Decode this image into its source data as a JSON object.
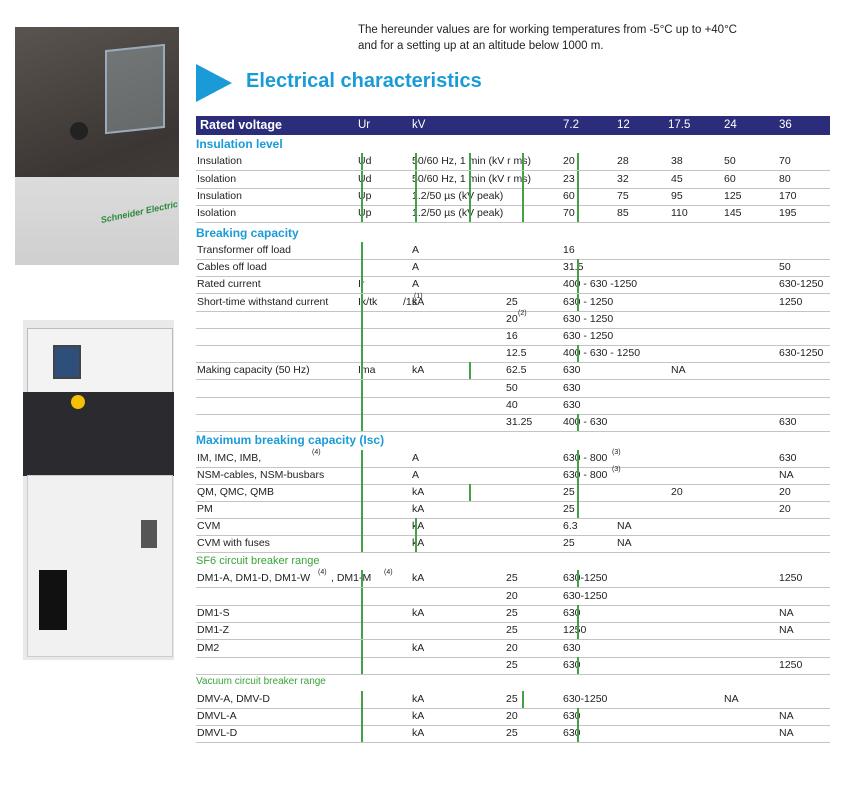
{
  "intro": [
    "The hereunder values are for working temperatures from -5°C up to +40°C",
    "and for a setting up at an altitude below 1000 m."
  ],
  "title": "Electrical characteristics",
  "photo1_logo": "Schneider Electric",
  "header": {
    "label": "Rated voltage",
    "sym": "Ur",
    "unit": "kV",
    "v1": "7.2",
    "v2": "12",
    "v3": "17.5",
    "v4": "24",
    "v5": "36"
  },
  "sections": {
    "insulation": "Insulation level",
    "breaking": "Breaking capacity",
    "max_breaking": "Maximum breaking capacity (Isc)",
    "sf6": "SF6 circuit breaker range",
    "vacuum": "Vacuum circuit breaker range"
  },
  "rows": [
    {
      "label": "Insulation",
      "sym": "Ud",
      "unit": "50/60 Hz, 1 min (kV r ms)",
      "c1": "20",
      "c2": "28",
      "c3": "38",
      "c4": "50",
      "c5": "70"
    },
    {
      "label": "Isolation",
      "sym": "Ud",
      "unit": "50/60 Hz, 1 min (kV r ms)",
      "c1": "23",
      "c2": "32",
      "c3": "45",
      "c4": "60",
      "c5": "80"
    },
    {
      "label": "Insulation",
      "sym": "Up",
      "unit": "1.2/50 µs (kV peak)",
      "c1": "60",
      "c2": "75",
      "c3": "95",
      "c4": "125",
      "c5": "170"
    },
    {
      "label": "Isolation",
      "sym": "Up",
      "unit": "1.2/50 µs (kV peak)",
      "c1": "70",
      "c2": "85",
      "c3": "110",
      "c4": "145",
      "c5": "195"
    },
    {
      "label": "Transformer off load",
      "unit": "A",
      "c1": "16"
    },
    {
      "label": "Cables off load",
      "unit": "A",
      "c1": "31.5",
      "c5": "50"
    },
    {
      "label": "Rated current",
      "sym": "Ir",
      "unit": "A",
      "c1": "400 - 630 -1250",
      "c5": "630-1250"
    },
    {
      "label": "Short-time withstand current",
      "sym": "Ik/tk",
      "sup": "(1)",
      "sym2": "/1s",
      "unit": "kA",
      "v": "25",
      "c1": "630 - 1250",
      "c5": "1250"
    },
    {
      "v": "20",
      "vsup": "(2)",
      "c1": "630 - 1250"
    },
    {
      "v": "16",
      "c1": "630 - 1250"
    },
    {
      "v": "12.5",
      "c1": "400 - 630 - 1250",
      "c5": "630-1250"
    },
    {
      "label": "Making capacity (50 Hz)",
      "sym": "Ima",
      "unit": "kA",
      "v": "62.5",
      "c1": "630",
      "c3": "NA"
    },
    {
      "v": "50",
      "c1": "630"
    },
    {
      "v": "40",
      "c1": "630"
    },
    {
      "v": "31.25",
      "c1": "400 - 630",
      "c5": "630"
    },
    {
      "label": "IM, IMC, IMB,",
      "sup": "(4)",
      "unit": "A",
      "c1": "630 - 800",
      "c1sup": "(3)",
      "c5": "630"
    },
    {
      "label": "NSM-cables, NSM-busbars",
      "unit": "A",
      "c1": "630 - 800",
      "c1sup": "(3)",
      "c5": "NA"
    },
    {
      "label": "QM, QMC, QMB",
      "unit": "kA",
      "c1": "25",
      "c3": "20",
      "c5": "20"
    },
    {
      "label": "PM",
      "unit": "kA",
      "c1": "25",
      "c5": "20"
    },
    {
      "label": "CVM",
      "unit": "kA",
      "c1": "6.3",
      "c2": "NA"
    },
    {
      "label": "CVM with fuses",
      "unit": "kA",
      "c1": "25",
      "c2": "NA"
    },
    {
      "label": "DM1-A, DM1-D, DM1-W",
      "sup": "(4)",
      "label2": ", DM1-M",
      "sup2": "(4)",
      "unit": "kA",
      "v": "25",
      "c1": "630-1250",
      "c5": "1250"
    },
    {
      "v": "20",
      "c1": "630-1250"
    },
    {
      "label": "DM1-S",
      "unit": "kA",
      "v": "25",
      "c1": "630",
      "c5": "NA"
    },
    {
      "label": "DM1-Z",
      "v": "25",
      "c1": "1250",
      "c5": "NA"
    },
    {
      "label": "DM2",
      "unit": "kA",
      "v": "20",
      "c1": "630"
    },
    {
      "v": "25",
      "c1": "630",
      "c5": "1250"
    },
    {
      "label": "DMV-A, DMV-D",
      "unit": "kA",
      "v": "25",
      "c1": "630-1250",
      "c4": "NA"
    },
    {
      "label": "DMVL-A",
      "unit": "kA",
      "v": "20",
      "c1": "630",
      "c5": "NA"
    },
    {
      "label": "DMVL-D",
      "unit": "kA",
      "v": "25",
      "c1": "630",
      "c5": "NA"
    }
  ]
}
